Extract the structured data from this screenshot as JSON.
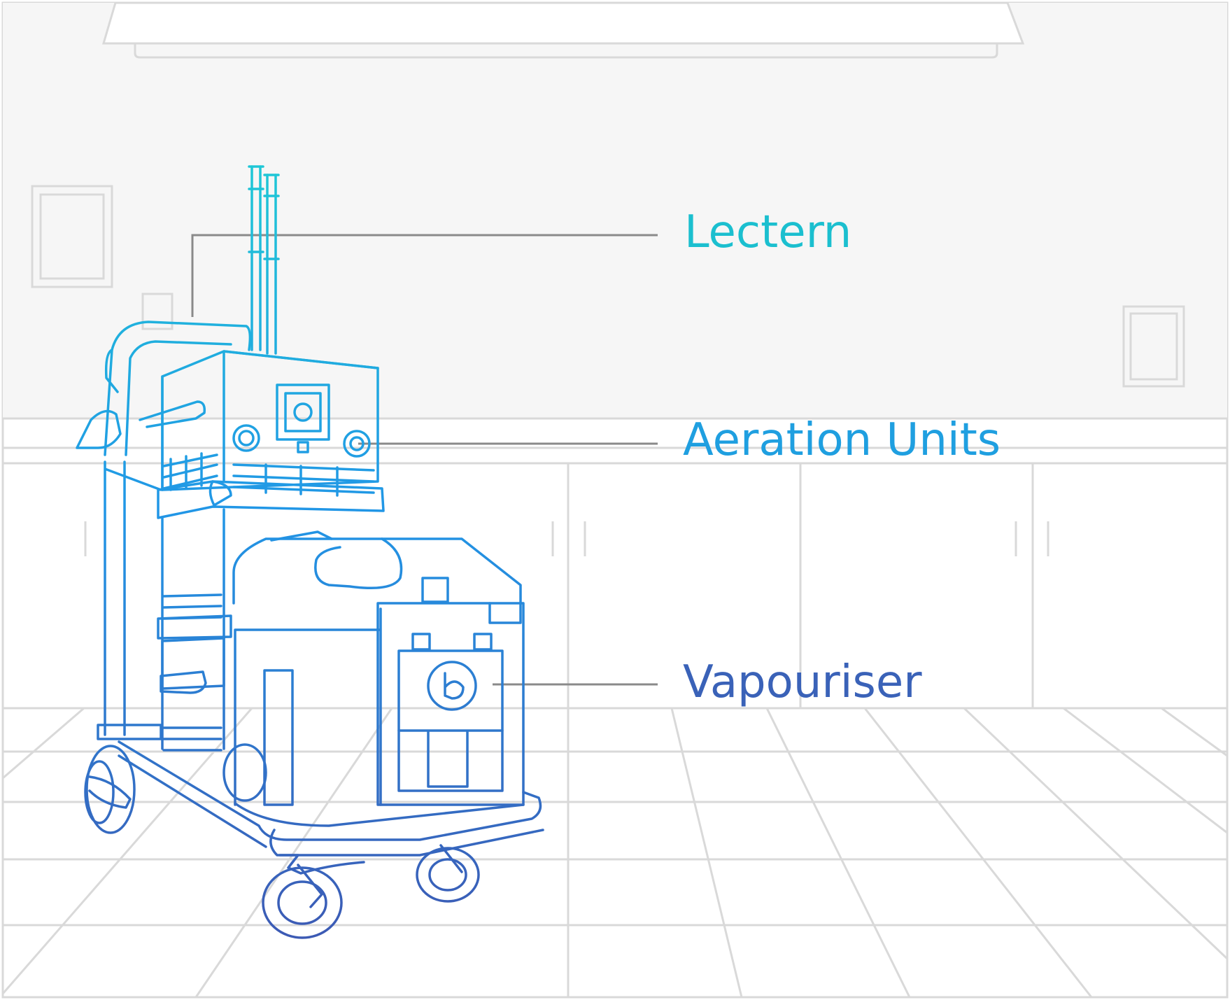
{
  "callouts": {
    "lectern": {
      "label": "Lectern",
      "color": "#1bbfcf"
    },
    "aeration": {
      "label": "Aeration Units",
      "color": "#1f9fe0"
    },
    "vapouriser": {
      "label": "Vapouriser",
      "color": "#3a62b8"
    }
  },
  "colors": {
    "gradient_top": "#1fc8d6",
    "gradient_mid": "#2196e6",
    "gradient_bottom": "#3c5ab4",
    "room_lines": "#d9d9d9",
    "wall_fill": "#f6f6f6",
    "leader_line": "#8a8a8a"
  }
}
